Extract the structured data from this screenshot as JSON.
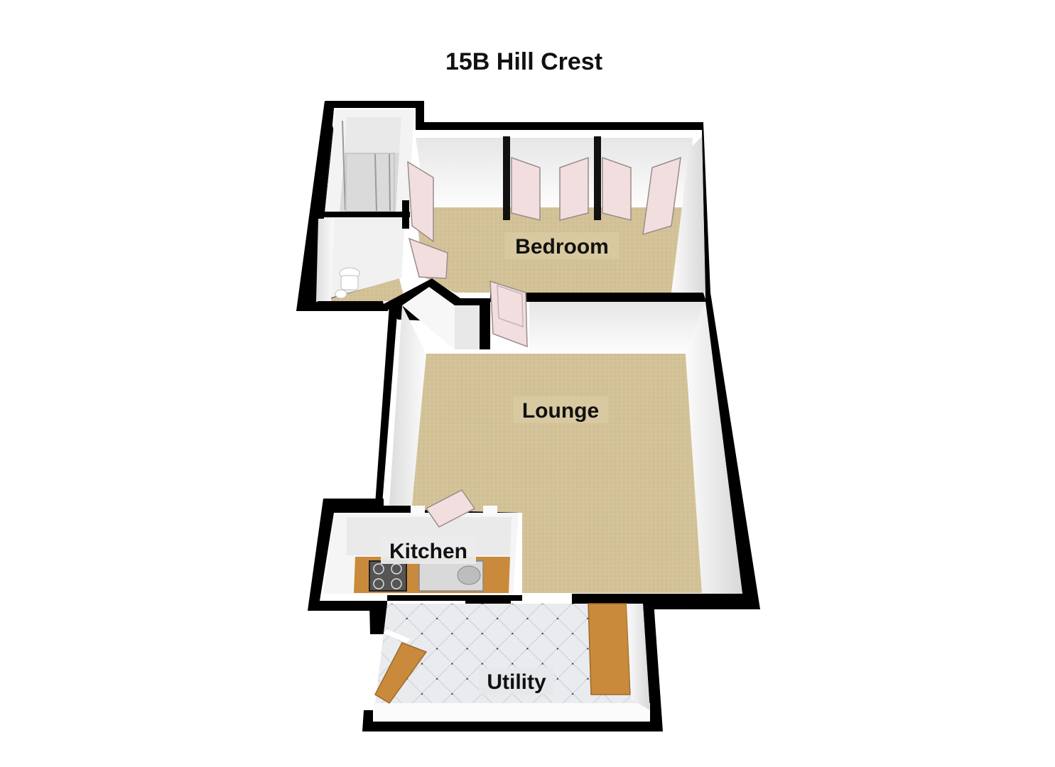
{
  "title": "15B Hill Crest",
  "rooms": {
    "bedroom": "Bedroom",
    "lounge": "Lounge",
    "kitchen": "Kitchen",
    "utility": "Utility"
  },
  "colors": {
    "wall": "#000000",
    "carpet": "#d2c196",
    "wall_face": "#f4f4f4",
    "door": "#f2e4e4",
    "tile": "#e6e8ea",
    "worktop": "#c98a3c",
    "window": "#cfe7cf"
  }
}
